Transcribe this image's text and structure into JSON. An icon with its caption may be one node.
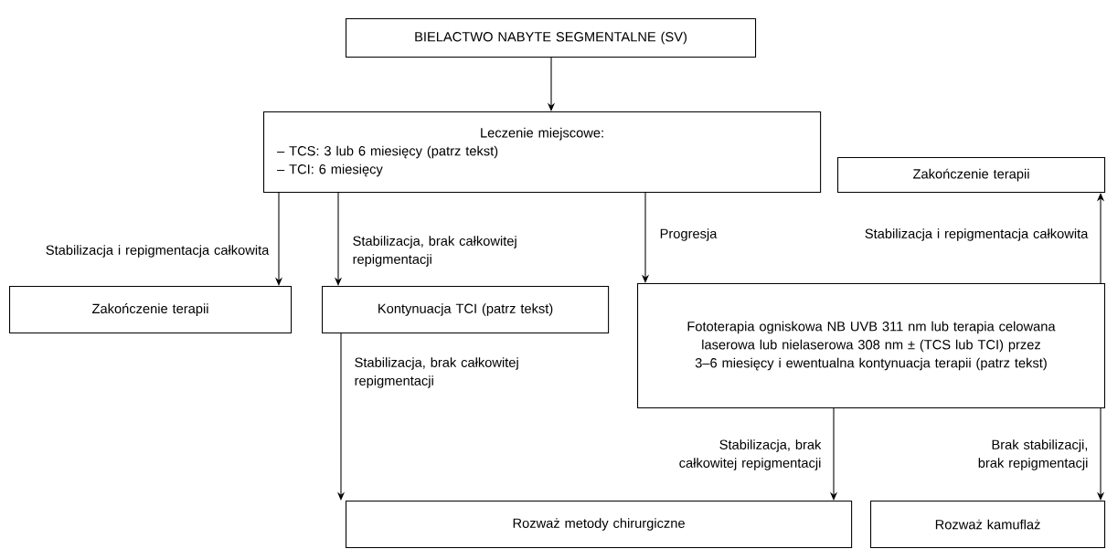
{
  "diagram": {
    "nodes": [
      {
        "text": [
          "BIELACTWO NABYTE SEGMENTALNE (SV)"
        ]
      },
      {
        "text": [
          "Leczenie miejscowe:",
          "– TCS: 3 lub 6 miesięcy (patrz tekst)",
          "– TCI: 6 miesięcy"
        ]
      },
      {
        "text": [
          "Zakończenie terapii"
        ]
      },
      {
        "text": [
          "Kontynuacja TCI  (patrz tekst)"
        ]
      },
      {
        "text": [
          "Zakończenie terapii"
        ]
      },
      {
        "text": [
          "Fototerapia ogniskowa NB UVB 311 nm lub terapia celowana laserowa lub nielaserowa 308 nm ± (TCS lub TCI) przez 3–6 miesięcy i ewentualna kontynuacja terapii (patrz tekst)"
        ]
      },
      {
        "text": [
          "Rozważ metody chirurgiczne"
        ]
      },
      {
        "text": [
          "Rozważ kamuflaż"
        ]
      }
    ],
    "edges": [
      {
        "from": 0,
        "to": 1,
        "arrow": "to"
      },
      {
        "from": 1,
        "to": 2,
        "arrow": "to",
        "label": "Stabilizacja i repigmentacja całkowita"
      },
      {
        "from": 1,
        "to": 3,
        "arrow": "to",
        "label": "Stabilizacja, brak całkowitej repigmentacji"
      },
      {
        "from": 1,
        "to": 5,
        "arrow": "to",
        "label": "Progresja"
      },
      {
        "from": 5,
        "to": 4,
        "arrow": "to",
        "label": "Stabilizacja i repigmentacja całkowita"
      },
      {
        "from": 3,
        "to": 6,
        "arrow": "to",
        "label": "Stabilizacja, brak całkowitej repigmentacji"
      },
      {
        "from": 5,
        "to": 6,
        "arrow": "to",
        "label": "Stabilizacja, brak całkowitej repigmentacji"
      },
      {
        "from": 5,
        "to": 7,
        "arrow": "to",
        "label": "Brak stabilizacji, brak repigmentacji"
      }
    ]
  }
}
